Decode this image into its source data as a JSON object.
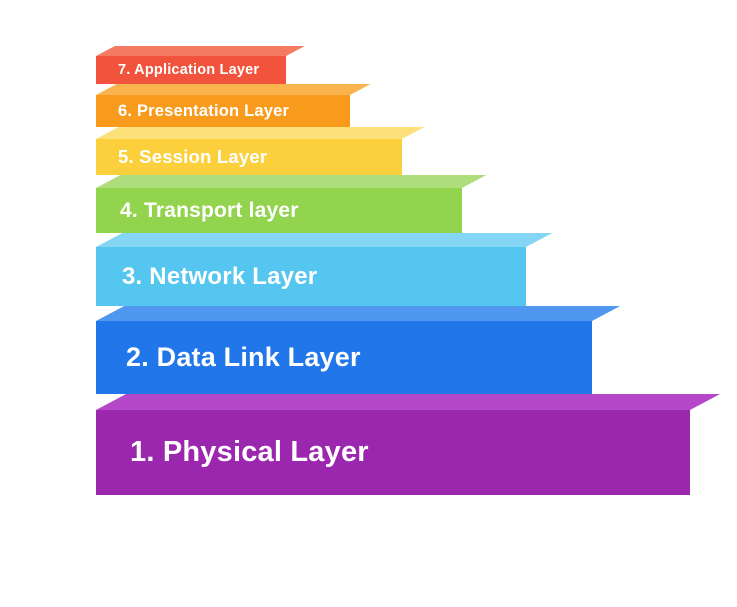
{
  "diagram": {
    "background_color": "#ffffff",
    "text_color": "#ffffff",
    "layers": [
      {
        "label": "7. Application Layer",
        "front_color": "#f1533d",
        "top_color": "#f47b62"
      },
      {
        "label": "6. Presentation Layer",
        "front_color": "#f89b1c",
        "top_color": "#fab44e"
      },
      {
        "label": "5. Session Layer",
        "front_color": "#fbd03c",
        "top_color": "#fce07a"
      },
      {
        "label": "4. Transport layer",
        "front_color": "#92d44e",
        "top_color": "#aede7c"
      },
      {
        "label": "3. Network Layer",
        "front_color": "#55c6ef",
        "top_color": "#84d6f4"
      },
      {
        "label": "2. Data Link Layer",
        "front_color": "#2176e9",
        "top_color": "#4f97ef"
      },
      {
        "label": "1. Physical Layer",
        "front_color": "#9b27af",
        "top_color": "#b448c8"
      }
    ]
  }
}
